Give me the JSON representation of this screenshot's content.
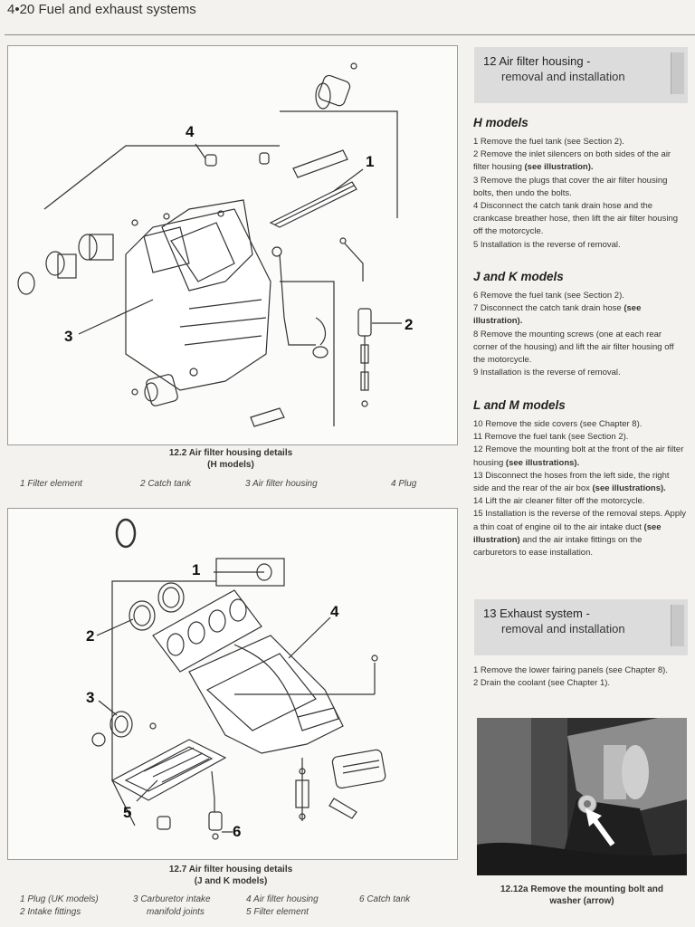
{
  "header": {
    "page_number": "4•20",
    "chapter_title": "Fuel and exhaust systems"
  },
  "figure1": {
    "caption_line1": "12.2 Air filter housing details",
    "caption_line2": "(H models)",
    "callouts": [
      "4",
      "1",
      "3",
      "2"
    ],
    "legend": [
      "1 Filter element",
      "2 Catch tank",
      "3 Air filter housing",
      "4 Plug"
    ]
  },
  "figure2": {
    "caption_line1": "12.7 Air filter housing details",
    "caption_line2": "(J and K models)",
    "callouts": [
      "1",
      "2",
      "4",
      "3",
      "5",
      "6"
    ],
    "legend": [
      "1 Plug (UK models)",
      "2 Intake fittings",
      "3 Carburetor intake",
      "manifold joints",
      "4 Air filter housing",
      "5 Filter element",
      "6 Catch tank"
    ]
  },
  "section12": {
    "title_line1": "12 Air filter housing -",
    "title_line2": "removal and installation",
    "h_models": {
      "heading": "H models",
      "steps": [
        "1 Remove the fuel tank (see Section 2).",
        "2 Remove the inlet silencers on both sides of the air filter housing",
        "(see illustration).",
        "3 Remove the plugs that cover the air filter housing bolts, then undo the bolts.",
        "4 Disconnect the catch tank drain hose and the crankcase breather hose, then lift the air filter housing off the motorcycle.",
        "5 Installation is the reverse of removal."
      ]
    },
    "jk_models": {
      "heading": "J and K models",
      "steps": [
        "6 Remove the fuel tank (see Section 2).",
        "7 Disconnect the catch tank drain hose",
        "(see illustration).",
        "8 Remove the mounting screws (one at each rear corner of the housing) and lift the air filter housing off the motorcycle.",
        "9 Installation is the reverse of removal."
      ]
    },
    "lm_models": {
      "heading": "L and M models",
      "steps": [
        "10 Remove the side covers (see Chapter 8).",
        "11 Remove the fuel tank (see Section 2).",
        "12 Remove the mounting bolt at the front of the air filter housing",
        "(see illustrations).",
        "13 Disconnect the hoses from the left side, the right side and the rear of the air box",
        "(see illustrations).",
        "14 Lift the air cleaner filter off the motorcycle.",
        "15 Installation is the reverse of the removal steps. Apply a thin coat of engine oil to the air intake duct",
        "(see illustration)",
        "and the air intake fittings on the carburetors to ease installation."
      ]
    }
  },
  "section13": {
    "title_line1": "13 Exhaust system -",
    "title_line2": "removal and installation",
    "steps": [
      "1 Remove the lower fairing panels (see Chapter 8).",
      "2 Drain the coolant (see Chapter 1)."
    ]
  },
  "photo": {
    "caption_line1": "12.12a Remove the mounting bolt and",
    "caption_line2": "washer (arrow)"
  }
}
